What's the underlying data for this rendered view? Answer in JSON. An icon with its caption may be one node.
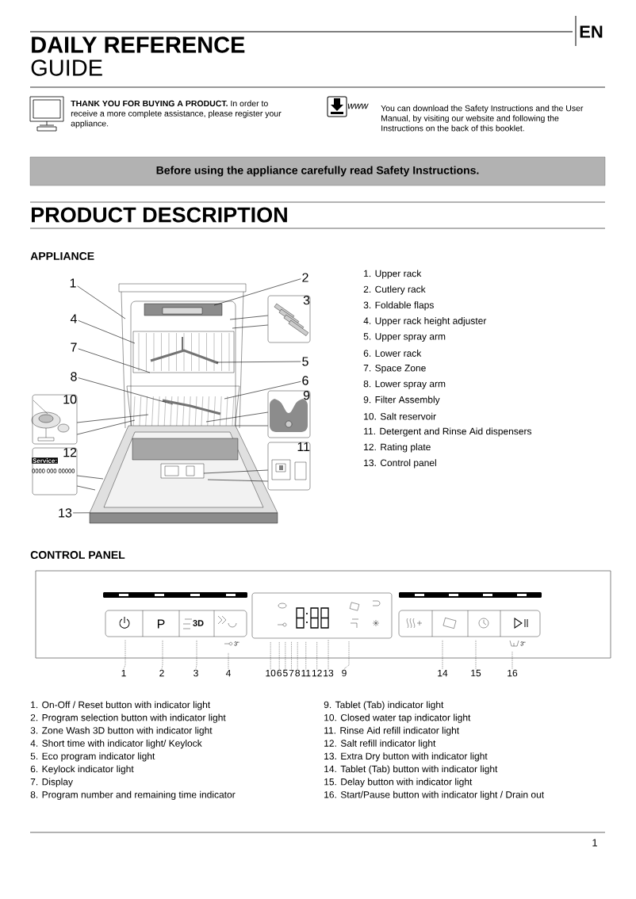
{
  "diagram": {
    "title": "**DAILY REFERENCE** GUIDE",
    "nodes": [
      {
        "text": [
          "Before using the appliance carefully read Safety Instructions."
        ]
      },
      {
        "text": [
          "1"
        ]
      },
      {
        "text": [
          "2"
        ]
      },
      {
        "text": [
          "3"
        ]
      },
      {
        "text": [
          "4"
        ]
      },
      {
        "text": [
          "7"
        ]
      },
      {
        "text": [
          "5"
        ]
      },
      {
        "text": [
          "8"
        ]
      },
      {
        "text": [
          "6"
        ]
      },
      {
        "text": [
          "9"
        ]
      },
      {
        "text": [
          "10"
        ]
      },
      {
        "text": [
          "11"
        ]
      },
      {
        "text": [
          "12"
        ]
      },
      {
        "text": [
          "13"
        ]
      },
      {
        "text": [
          "1"
        ]
      },
      {
        "text": [
          "2"
        ]
      },
      {
        "text": [
          "3"
        ]
      },
      {
        "text": [
          "4"
        ]
      },
      {
        "text": [
          "10"
        ]
      },
      {
        "text": [
          "6"
        ]
      },
      {
        "text": [
          "5"
        ]
      },
      {
        "text": [
          "7"
        ]
      },
      {
        "text": [
          "8"
        ]
      },
      {
        "text": [
          "11"
        ]
      },
      {
        "text": [
          "12"
        ]
      },
      {
        "text": [
          "13"
        ]
      },
      {
        "text": [
          "9"
        ]
      },
      {
        "text": [
          "14"
        ]
      },
      {
        "text": [
          "15"
        ]
      },
      {
        "text": [
          "16"
        ]
      },
      {
        "text": [],
        "shape": "bar"
      }
    ],
    "edges": [
      {
        "from": 1,
        "to": null,
        "arrow": "none"
      },
      {
        "from": 2,
        "to": null,
        "arrow": "none"
      },
      {
        "from": 3,
        "to": null,
        "arrow": "none"
      },
      {
        "from": 3,
        "to": null,
        "arrow": "none"
      },
      {
        "from": 4,
        "to": null,
        "arrow": "none"
      },
      {
        "from": 5,
        "to": null,
        "arrow": "none"
      },
      {
        "from": 6,
        "to": null,
        "arrow": "none"
      },
      {
        "from": 7,
        "to": null,
        "arrow": "none"
      },
      {
        "from": 8,
        "to": null,
        "arrow": "none"
      },
      {
        "from": 9,
        "to": null,
        "arrow": "none"
      },
      {
        "from": 9,
        "to": null,
        "arrow": "none"
      },
      {
        "from": 10,
        "to": null,
        "arrow": "none"
      },
      {
        "from": 10,
        "to": null,
        "arrow": "none"
      },
      {
        "from": 11,
        "to": null,
        "arrow": "none"
      },
      {
        "from": 11,
        "to": null,
        "arrow": "none"
      },
      {
        "from": 12,
        "to": null,
        "arrow": "none"
      },
      {
        "from": 12,
        "to": null,
        "arrow": "none"
      },
      {
        "from": 13,
        "to": 30,
        "arrow": "none"
      },
      {
        "from": 14,
        "to": null,
        "arrow": "none",
        "style": "dashed"
      },
      {
        "from": 15,
        "to": null,
        "arrow": "none",
        "style": "dashed"
      },
      {
        "from": 16,
        "to": null,
        "arrow": "none",
        "style": "dashed"
      },
      {
        "from": 17,
        "to": null,
        "arrow": "none",
        "style": "dashed"
      },
      {
        "from": 18,
        "to": null,
        "arrow": "none",
        "style": "dashed"
      },
      {
        "from": 19,
        "to": null,
        "arrow": "none",
        "style": "dashed"
      },
      {
        "from": 20,
        "to": null,
        "arrow": "none",
        "style": "dashed"
      },
      {
        "from": 21,
        "to": null,
        "arrow": "none",
        "style": "dashed"
      },
      {
        "from": 22,
        "to": null,
        "arrow": "none",
        "style": "dashed"
      },
      {
        "from": 23,
        "to": null,
        "arrow": "none",
        "style": "dashed"
      },
      {
        "from": 24,
        "to": null,
        "arrow": "none",
        "style": "dashed"
      },
      {
        "from": 25,
        "to": null,
        "arrow": "none",
        "style": "dashed"
      },
      {
        "from": 26,
        "to": null,
        "arrow": "none",
        "style": "dashed"
      },
      {
        "from": 27,
        "to": null,
        "arrow": "none",
        "style": "dashed"
      },
      {
        "from": 28,
        "to": null,
        "arrow": "none",
        "style": "dashed"
      },
      {
        "from": 29,
        "to": null,
        "arrow": "none",
        "style": "dashed"
      }
    ],
    "labels": [
      "EN",
      "**THANK YOU FOR BUYING A PRODUCT.** In order to receive a more complete assistance, please register your appliance.",
      "www",
      "You can download the Safety Instructions and the User Manual, by visiting our website and following the Instructions on the back of this booklet.",
      "PRODUCT  DESCRIPTION",
      "APPLIANCE",
      "1. Upper rack",
      "2. Cutlery rack",
      "3. Foldable flaps",
      "4. Upper rack height adjuster",
      "5. Upper spray arm",
      "6. Lower  rack",
      "7. Space Zone",
      "8. Lower spray arm",
      "9. Filter Assembly",
      "10. Salt reservoir",
      "11. Detergent and Rinse Aid dispensers",
      "12. Rating plate",
      "13. Control panel",
      "Service:",
      "0000 000 00000",
      "CONTROL PANEL",
      "P",
      "3D",
      "3\"",
      "3\"",
      "1. On-Off / Reset button with indicator light",
      "2. Program selection button with indicator light",
      "3. Zone Wash 3D button with indicator light",
      "4. Short time with indicator light/ Keylock",
      "5. Eco program indicator light",
      "6. Keylock indicator light",
      "7. Display",
      "8. Program number and remaining time indicator",
      "9. Tablet (Tab) indicator light",
      "10. Closed water tap indicator light",
      "11. Rinse Aid refill indicator light",
      "12. Salt refill indicator light",
      "13. Extra Dry button with indicator light",
      "14. Tablet (Tab) button with indicator light",
      "15. Delay button with indicator light",
      "16. Start/Pause button with indicator light / Drain out",
      "1"
    ]
  }
}
